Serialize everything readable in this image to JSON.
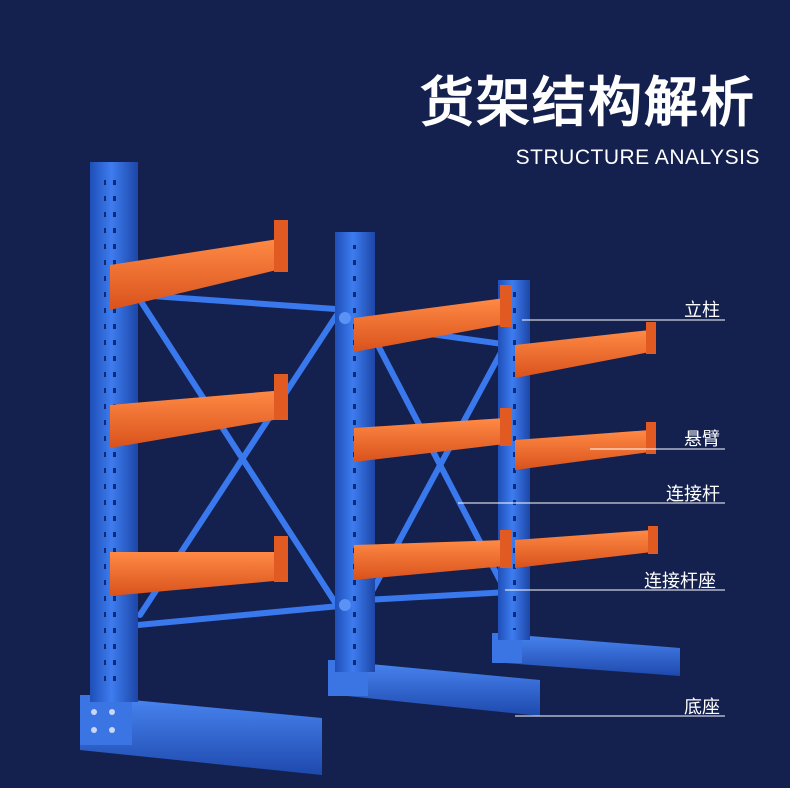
{
  "header": {
    "title": "货架结构解析",
    "subtitle": "STRUCTURE ANALYSIS"
  },
  "labels": {
    "upright": "立柱",
    "cantilever_arm": "悬臂",
    "connecting_rod": "连接杆",
    "connecting_rod_seat": "连接杆座",
    "base": "底座"
  },
  "colors": {
    "background": "#14214f",
    "upright_blue": "#2a63d8",
    "arm_orange": "#f06a2a",
    "leader_line": "#ffffff"
  }
}
